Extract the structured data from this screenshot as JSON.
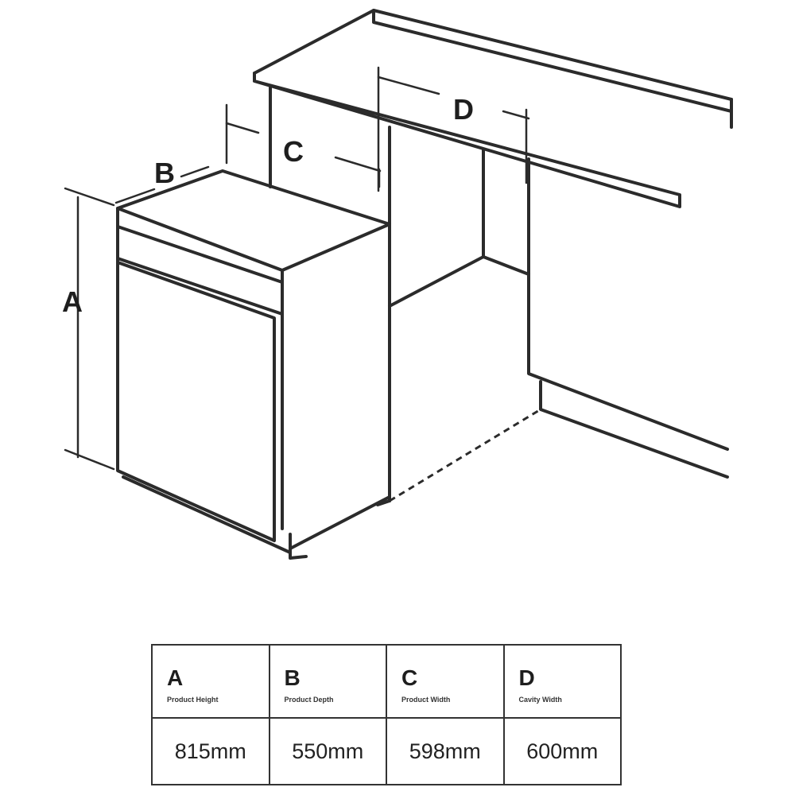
{
  "diagram": {
    "labels": {
      "a": "A",
      "b": "B",
      "c": "C",
      "d": "D"
    }
  },
  "table": {
    "columns": [
      {
        "letter": "A",
        "label": "Product Height",
        "value": "815mm"
      },
      {
        "letter": "B",
        "label": "Product Depth",
        "value": "550mm"
      },
      {
        "letter": "C",
        "label": "Product Width",
        "value": "598mm"
      },
      {
        "letter": "D",
        "label": "Cavity Width",
        "value": "600mm"
      }
    ]
  }
}
